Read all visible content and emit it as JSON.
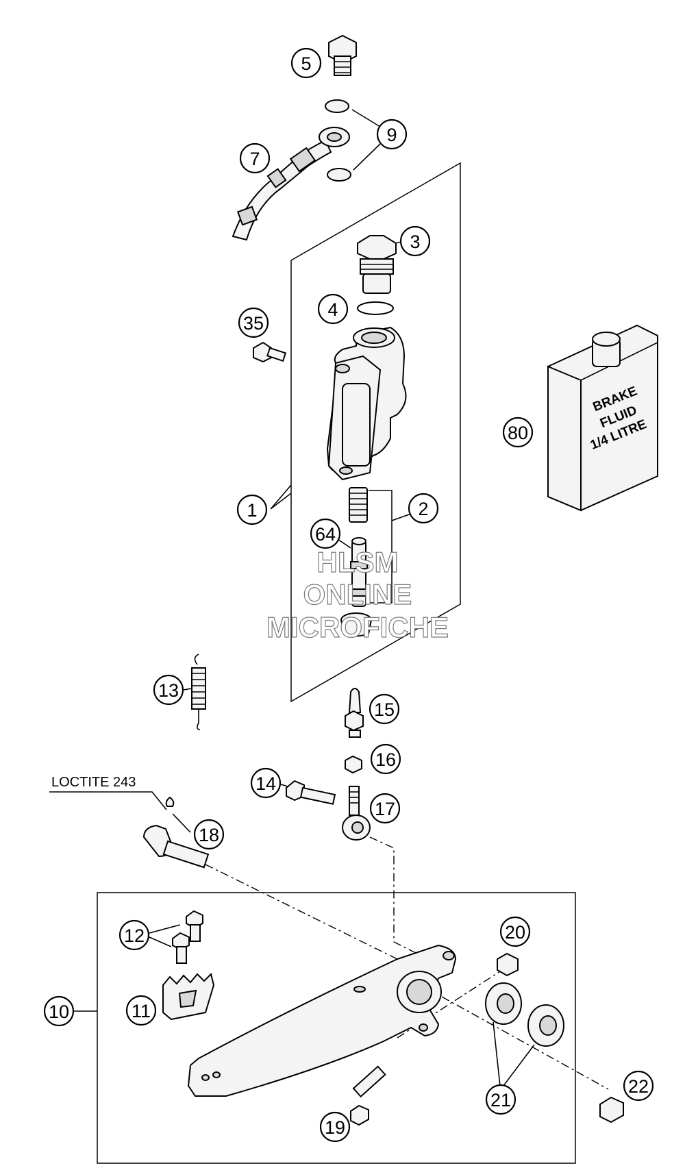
{
  "callouts": {
    "c5": "5",
    "c9": "9",
    "c7": "7",
    "c3": "3",
    "c4": "4",
    "c35": "35",
    "c80": "80",
    "c1": "1",
    "c2": "2",
    "c64": "64",
    "c13": "13",
    "c15": "15",
    "c16": "16",
    "c14": "14",
    "c17": "17",
    "c18": "18",
    "c12": "12",
    "c20": "20",
    "c10": "10",
    "c11": "11",
    "c19": "19",
    "c21": "21",
    "c22": "22"
  },
  "notes": {
    "loctite": "LOCTITE 243"
  },
  "fluid_can": {
    "line1": "BRAKE",
    "line2": "FLUID",
    "line3": "1/4 LITRE"
  },
  "watermark": {
    "line1": "HLSM",
    "line2": "ONLINE",
    "line3": "MICROFICHE"
  }
}
